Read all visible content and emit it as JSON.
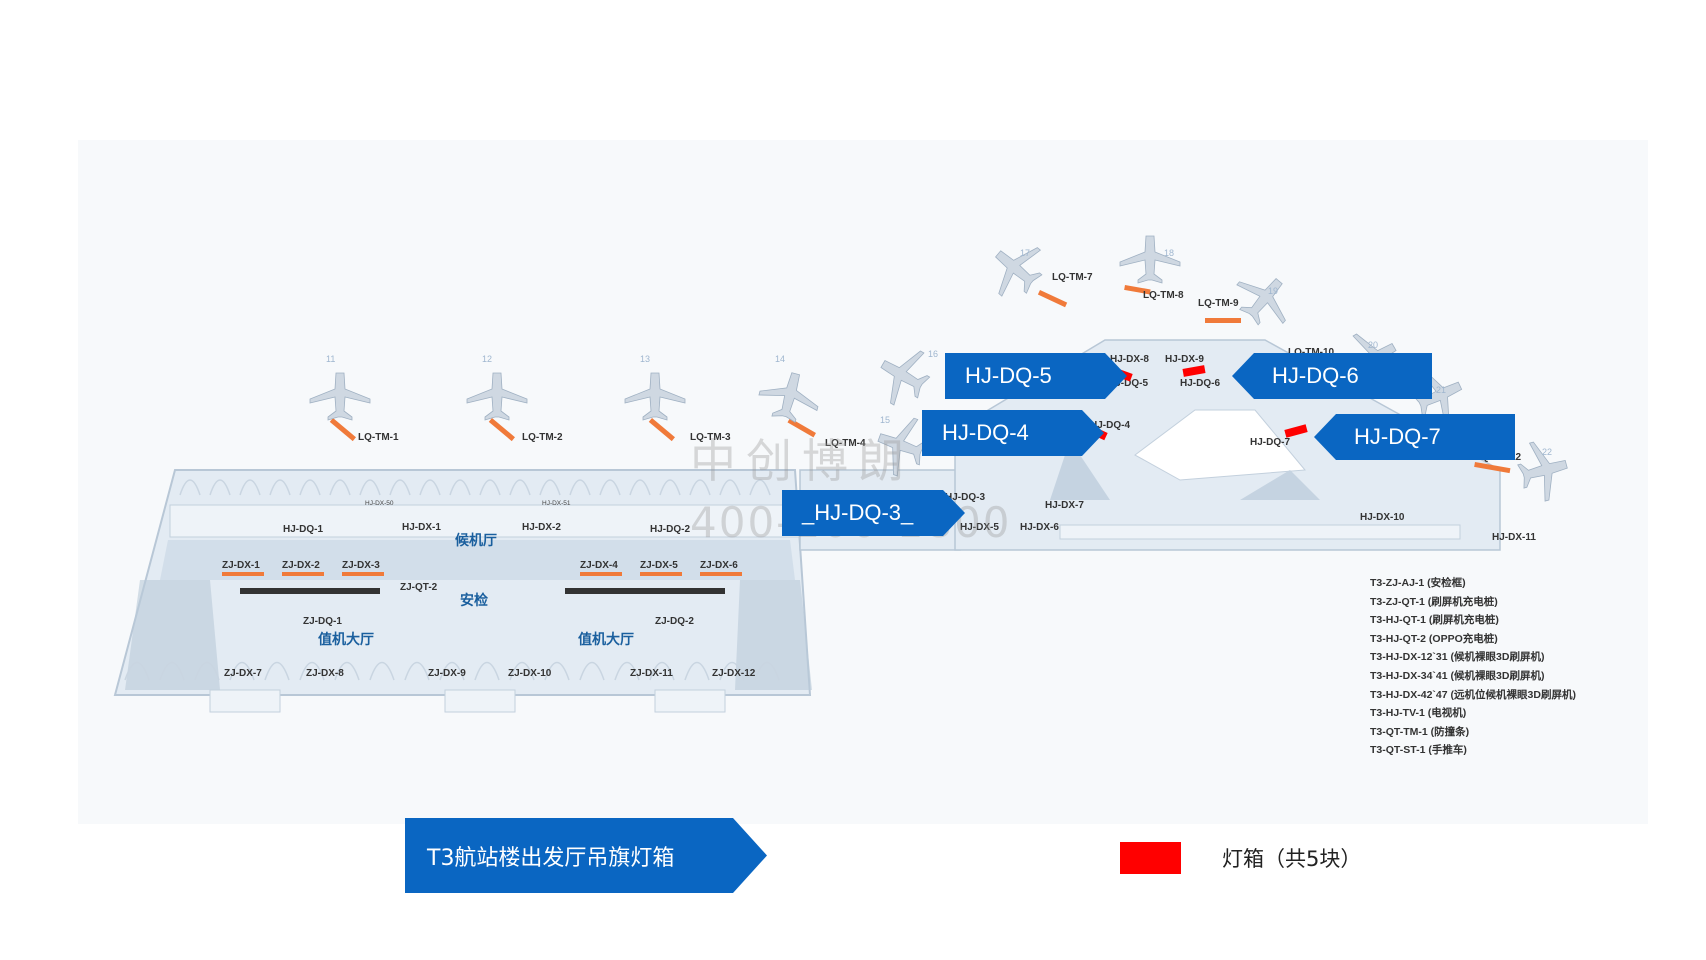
{
  "map": {
    "title": "T3航站楼出发厅吊旗灯箱",
    "legend": {
      "swatch_color": "#ff0000",
      "label": "灯箱（共5块）"
    },
    "watermark": {
      "line1": "中创博朗",
      "line2": "400-100-1800"
    },
    "callouts": [
      {
        "id": "HJ-DQ-5",
        "label": "HJ-DQ-5"
      },
      {
        "id": "HJ-DQ-6",
        "label": "HJ-DQ-6"
      },
      {
        "id": "HJ-DQ-4",
        "label": "HJ-DQ-4"
      },
      {
        "id": "HJ-DQ-7",
        "label": "HJ-DQ-7"
      },
      {
        "id": "HJ-DQ-3",
        "label": "_HJ-DQ-3_"
      }
    ],
    "halls": {
      "waiting": "候机厅",
      "security": "安检",
      "checkin_left": "值机大厅",
      "checkin_right": "值机大厅"
    },
    "gate_numbers": [
      "11",
      "12",
      "13",
      "14",
      "15",
      "16",
      "17",
      "18",
      "19",
      "20",
      "21",
      "22"
    ],
    "labels": {
      "lq_tm": [
        "LQ-TM-1",
        "LQ-TM-2",
        "LQ-TM-3",
        "LQ-TM-4",
        "LQ-TM-7",
        "LQ-TM-8",
        "LQ-TM-9",
        "LQ-TM-10",
        "LQ-TM-12"
      ],
      "zj_dx": [
        "ZJ-DX-1",
        "ZJ-DX-2",
        "ZJ-DX-3",
        "ZJ-DX-4",
        "ZJ-DX-5",
        "ZJ-DX-6",
        "ZJ-DX-7",
        "ZJ-DX-8",
        "ZJ-DX-9",
        "ZJ-DX-10",
        "ZJ-DX-11",
        "ZJ-DX-12"
      ],
      "hj_dx": [
        "HJ-DX-1",
        "HJ-DX-2",
        "HJ-DX-5",
        "HJ-DX-6",
        "HJ-DX-7",
        "HJ-DX-8",
        "HJ-DX-9",
        "HJ-DX-10",
        "HJ-DX-11"
      ],
      "dq": [
        "HJ-DQ-1",
        "HJ-DQ-2",
        "HJ-DQ-3",
        "HJ-DQ-4",
        "HJ-DQ-5",
        "HJ-DQ-6",
        "HJ-DQ-7",
        "ZJ-DQ-1",
        "ZJ-DQ-2"
      ],
      "other": [
        "ZJ-QT-2",
        "HJ-DX-50",
        "HJ-DX-51"
      ]
    },
    "legend_list": [
      "T3-ZJ-AJ-1 (安检框)",
      "T3-ZJ-QT-1 (刷屏机充电桩)",
      "T3-HJ-QT-1 (刷屏机充电桩)",
      "T3-HJ-QT-2 (OPPO充电桩)",
      "T3-HJ-DX-12`31 (候机裸眼3D刷屏机)",
      "T3-HJ-DX-34`41 (候机裸眼3D刷屏机)",
      "T3-HJ-DX-42`47 (远机位候机裸眼3D刷屏机)",
      "T3-HJ-TV-1 (电视机)",
      "T3-QT-TM-1 (防撞条)",
      "T3-QT-ST-1 (手推车)"
    ],
    "colors": {
      "brand_blue": "#0a66c2",
      "lightbox_red": "#ff0000",
      "ad_orange": "#f07a3a",
      "building": "#dfe8f1"
    }
  }
}
